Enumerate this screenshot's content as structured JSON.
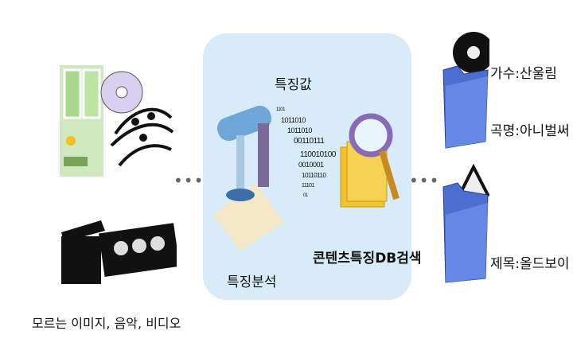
{
  "input": {
    "caption": "모르는 이미지, 음악, 비디오"
  },
  "process": {
    "feature_value_label": "특징값",
    "analysis_label": "특징분석",
    "search_label": "콘텐츠특징DB검색",
    "binary_lines": [
      "1101",
      "1011010",
      "1011010",
      "00110111",
      "110010100",
      "0010001",
      "10110110",
      "11101",
      "01"
    ]
  },
  "output": {
    "singer": "가수:산울림",
    "song": "곡명:아니벌써",
    "title": "제목:올드보이"
  },
  "arrows": {
    "left": "•••",
    "right": "•••"
  },
  "colors": {
    "panel": "#d7ecf8",
    "folder": "#4a6fd0"
  }
}
